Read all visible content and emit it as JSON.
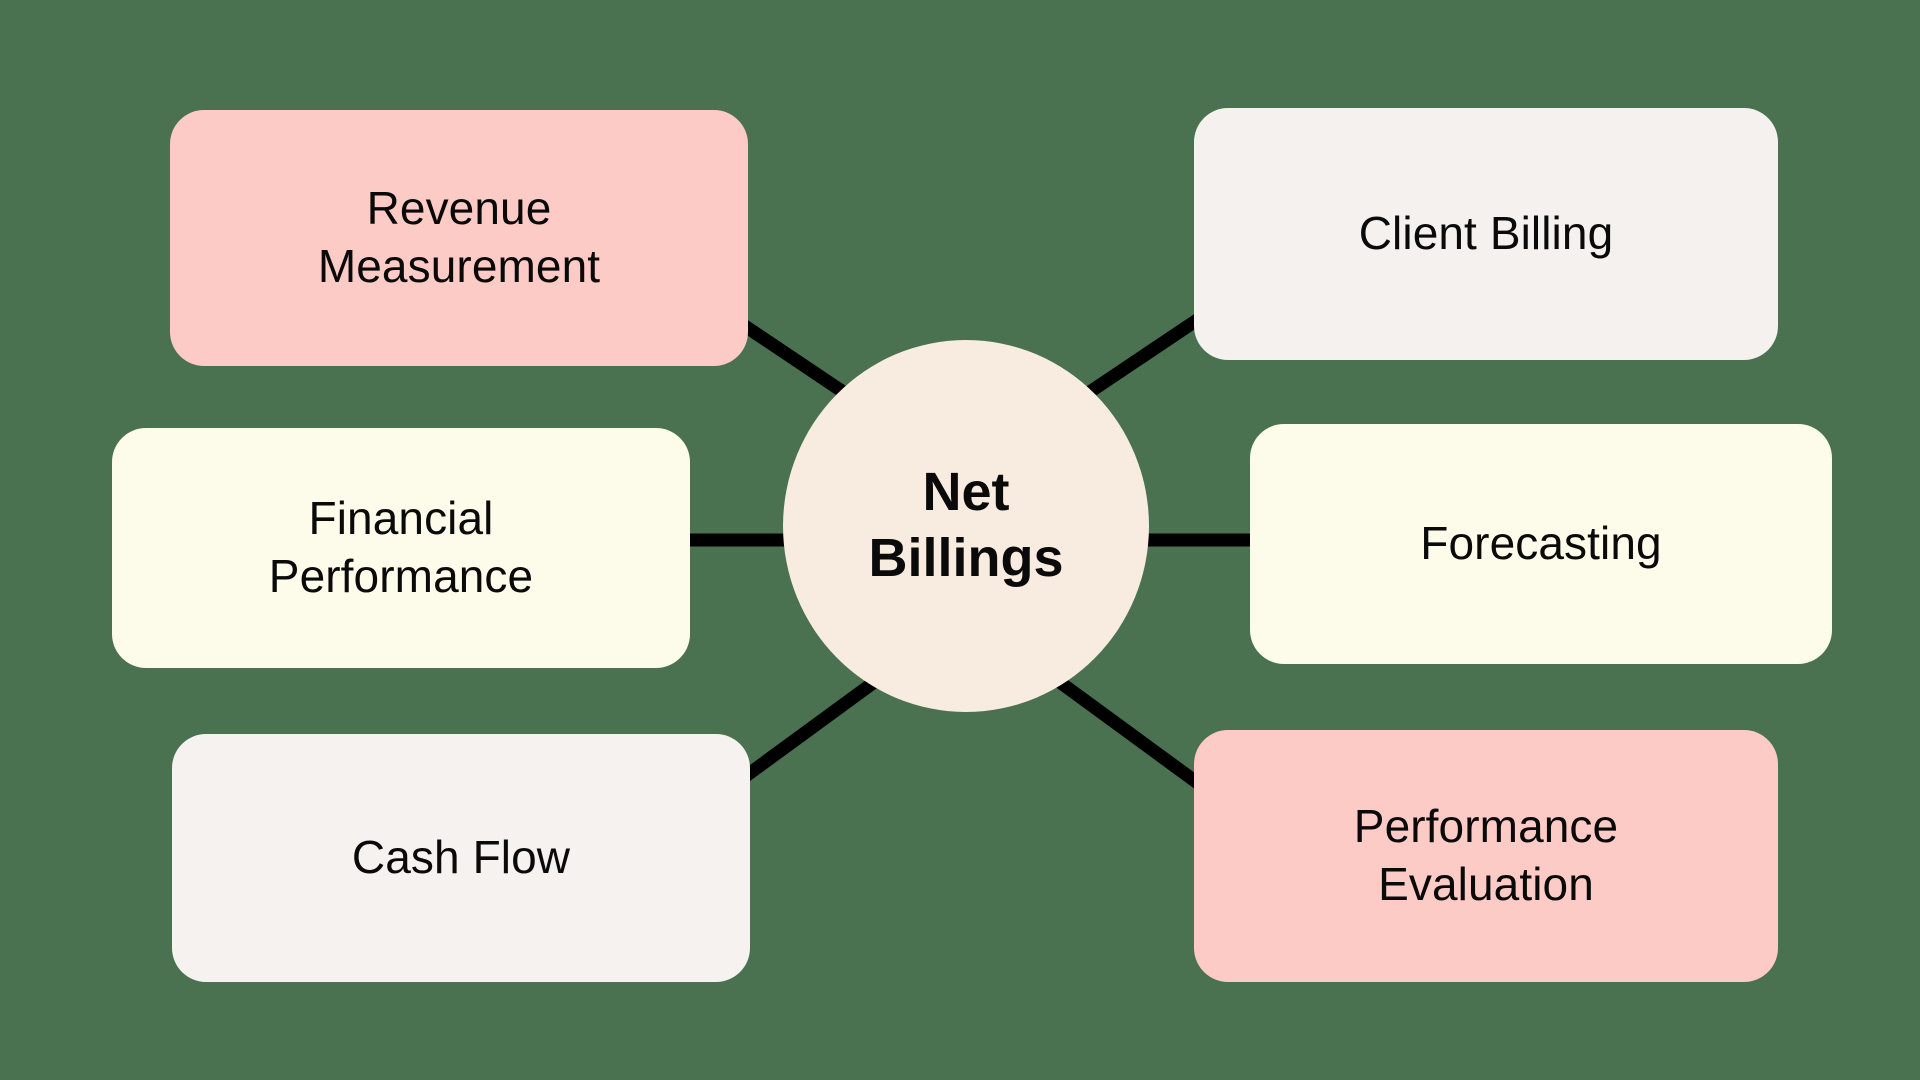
{
  "diagram": {
    "title": "Net Billings",
    "type": "mind-map",
    "background_color": "#4a7150",
    "connector_color": "#000000",
    "center": {
      "label": "Net\nBillings",
      "lines": [
        "Net",
        "Billings"
      ],
      "shape": "circle",
      "fill": "#f8ebdf",
      "text_color": "#0a0a0a"
    },
    "nodes": [
      {
        "id": "revenue-measurement",
        "label": "Revenue\nMeasurement",
        "lines": [
          "Revenue",
          "Measurement"
        ],
        "fill": "#fccbc6",
        "text_color": "#0a0a0a",
        "side": "left",
        "row": "top",
        "connector": "diagonal"
      },
      {
        "id": "financial-performance",
        "label": "Financial\nPerformance",
        "lines": [
          "Financial",
          "Performance"
        ],
        "fill": "#fdfbe9",
        "text_color": "#0a0a0a",
        "side": "left",
        "row": "middle",
        "connector": "horizontal"
      },
      {
        "id": "cash-flow",
        "label": "Cash Flow",
        "lines": [
          "Cash Flow"
        ],
        "fill": "#f5f2f0",
        "text_color": "#0a0a0a",
        "side": "left",
        "row": "bottom",
        "connector": "diagonal"
      },
      {
        "id": "client-billing",
        "label": "Client Billing",
        "lines": [
          "Client Billing"
        ],
        "fill": "#f4f1ee",
        "text_color": "#0a0a0a",
        "side": "right",
        "row": "top",
        "connector": "diagonal"
      },
      {
        "id": "forecasting",
        "label": "Forecasting",
        "lines": [
          "Forecasting"
        ],
        "fill": "#fdfbe9",
        "text_color": "#0a0a0a",
        "side": "right",
        "row": "middle",
        "connector": "horizontal"
      },
      {
        "id": "performance-evaluation",
        "label": "Performance\nEvaluation",
        "lines": [
          "Performance",
          "Evaluation"
        ],
        "fill": "#fccbc6",
        "text_color": "#0a0a0a",
        "side": "right",
        "row": "bottom",
        "connector": "diagonal"
      }
    ]
  }
}
